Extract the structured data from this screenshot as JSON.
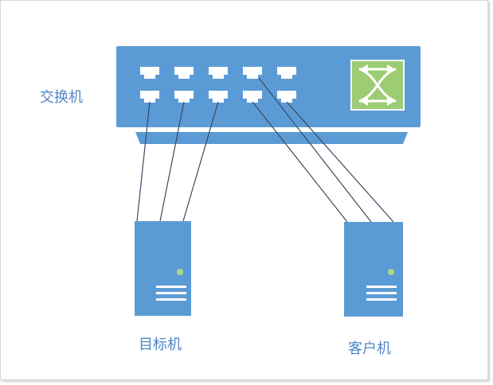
{
  "labels": {
    "switch": "交换机",
    "target": "目标机",
    "client": "客户机"
  },
  "icons": {
    "switch_symbol": "switch-arrows-icon",
    "status_led": "status-led-icon"
  },
  "colors": {
    "device_blue": "#5b9bd5",
    "label_blue": "#4f86c6",
    "switch_symbol_green": "#9ccc74",
    "cable": "#3b4a63",
    "led": "#a7d98a"
  }
}
